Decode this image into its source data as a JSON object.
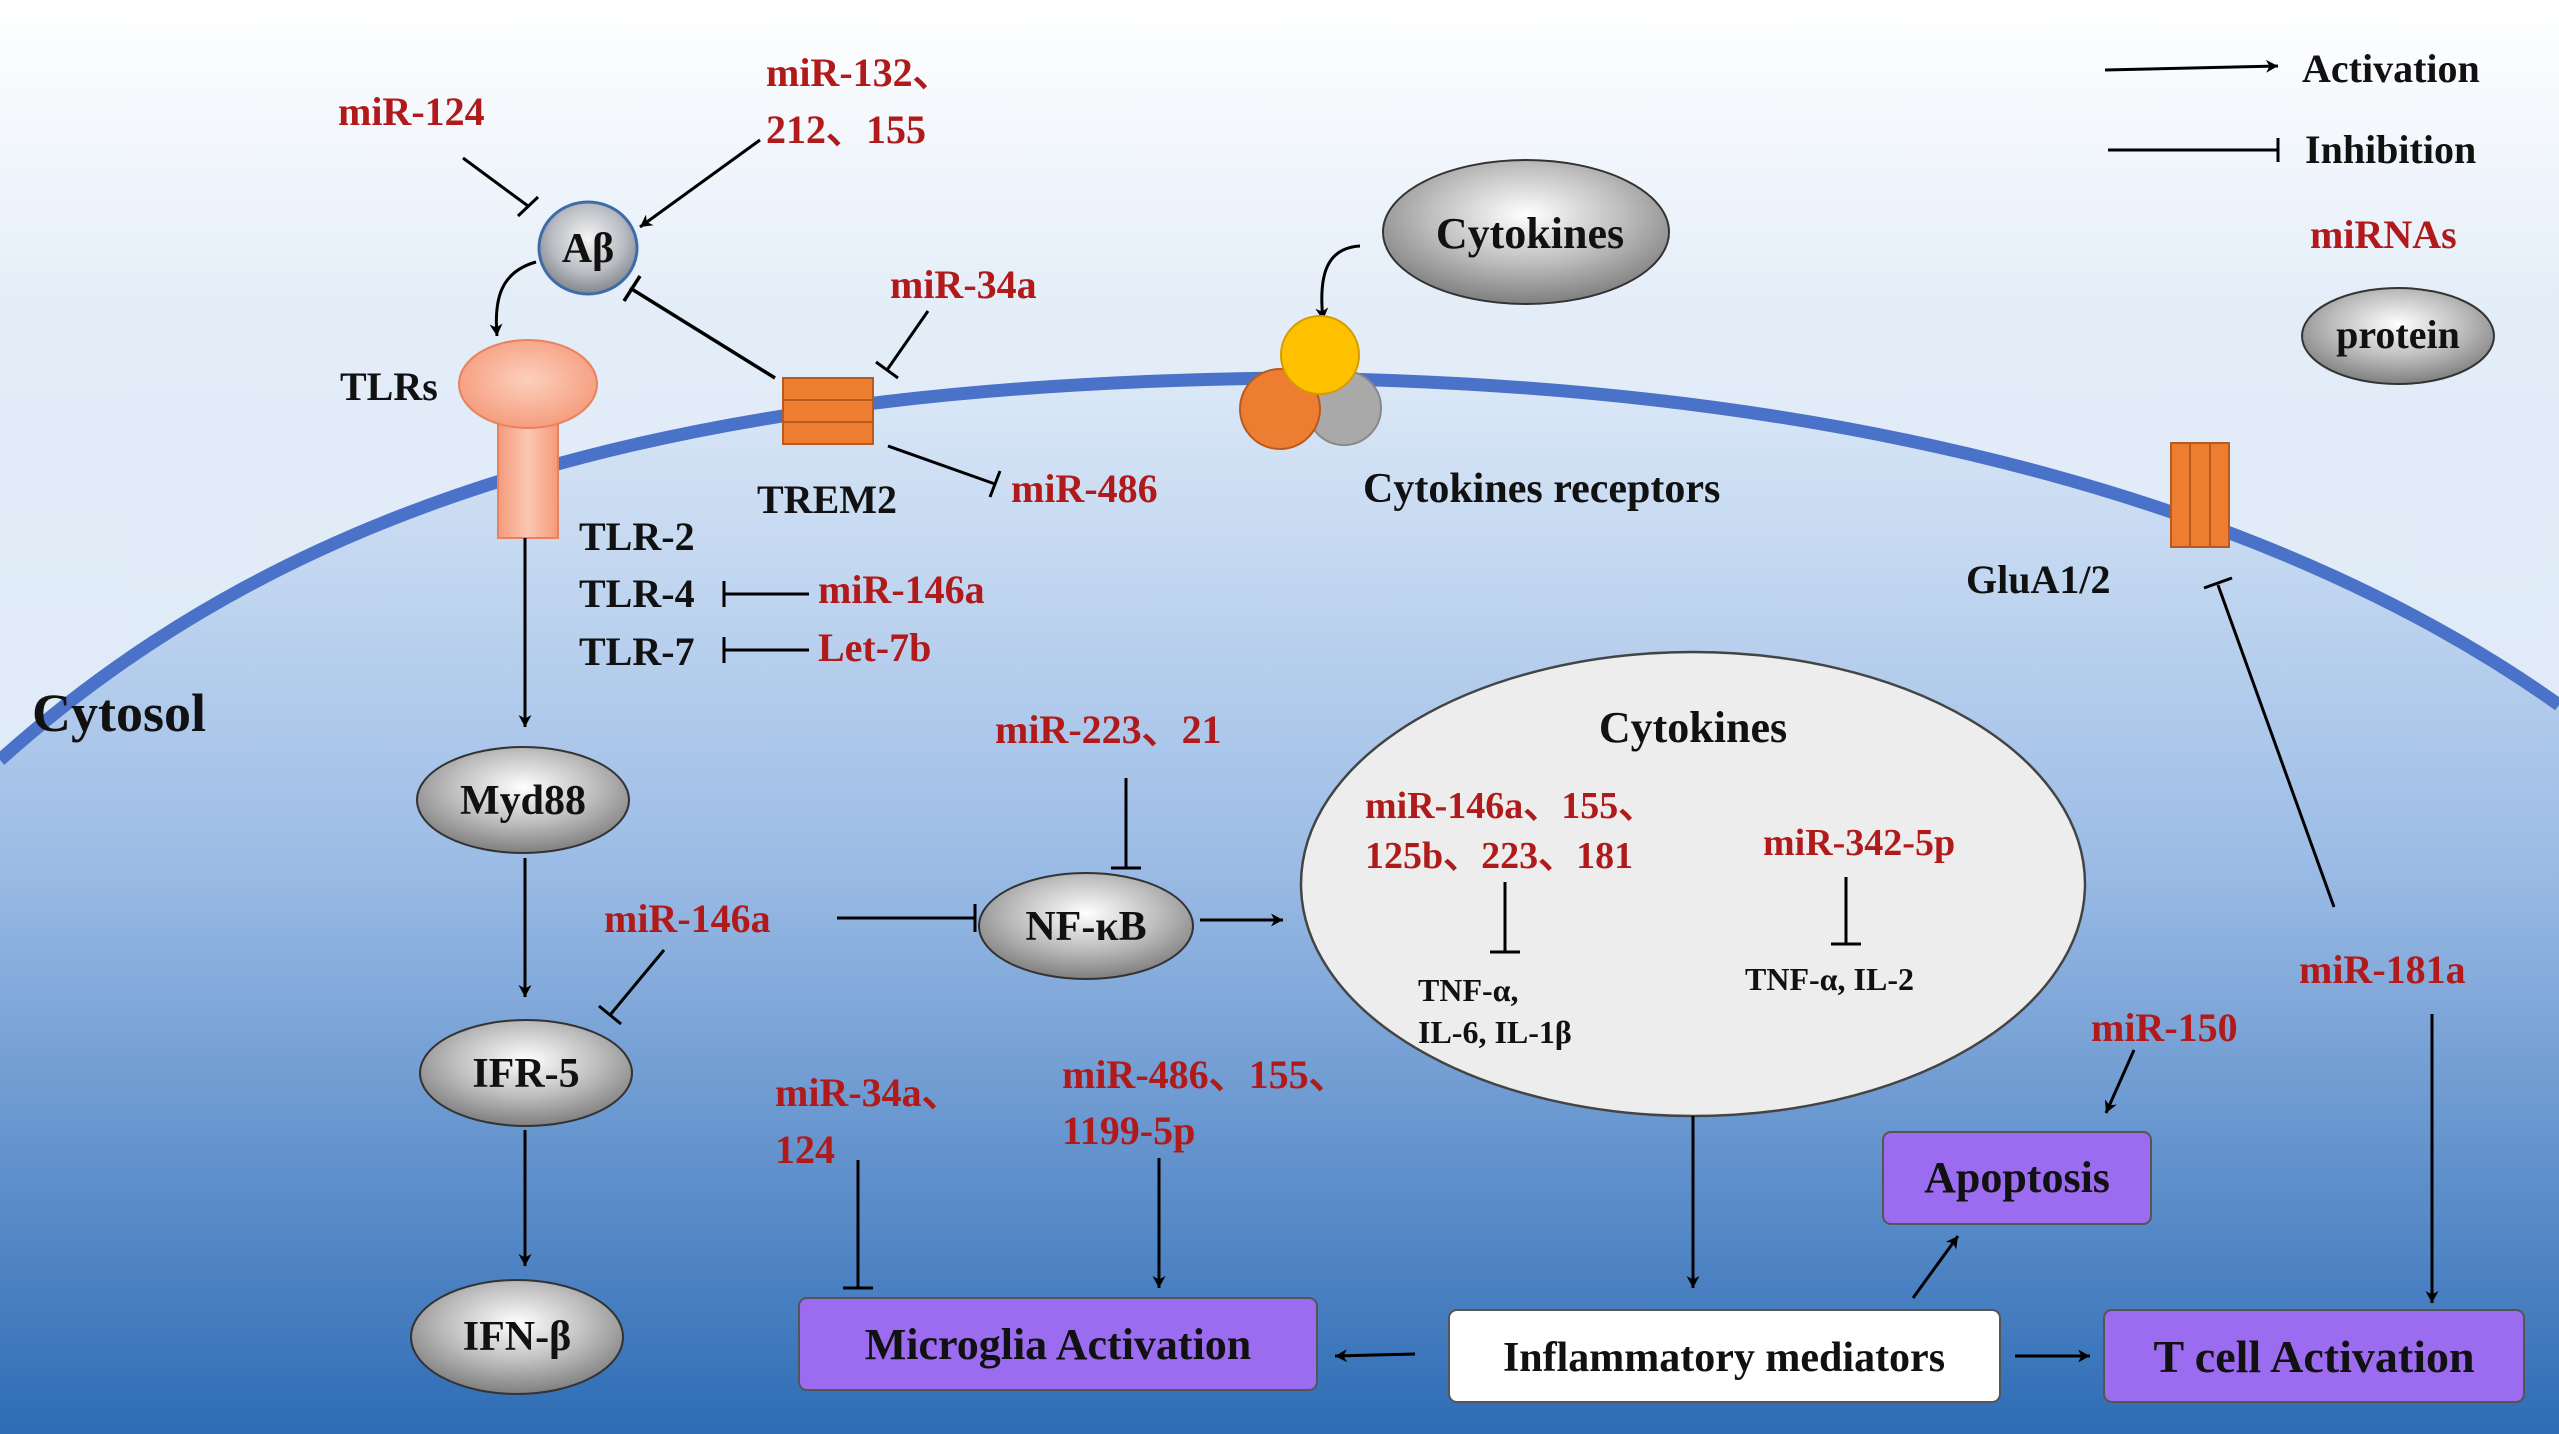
{
  "legend": {
    "activation": "Activation",
    "inhibition": "Inhibition",
    "mirnas": "miRNAs",
    "protein": "protein"
  },
  "region": {
    "cytosol": "Cytosol"
  },
  "proteins": {
    "abeta": "Aβ",
    "myd88": "Myd88",
    "ifr5": "IFR-5",
    "ifnb": "IFN-β",
    "nfkb": "NF-κB",
    "cytokines_top": "Cytokines"
  },
  "labels": {
    "tlrs": "TLRs",
    "trem2": "TREM2",
    "cytokine_receptors": "Cytokines receptors",
    "glua": "GluA1/2",
    "tlr2": "TLR-2",
    "tlr4": "TLR-4",
    "tlr7": "TLR-7"
  },
  "mirnas": {
    "mir124": "miR-124",
    "mir132_l1": "miR-132、",
    "mir132_l2": "212、155",
    "mir34a_top": "miR-34a",
    "mir486_top": "miR-486",
    "mir146a_tlr": "miR-146a",
    "let7b": "Let-7b",
    "mir223_21": "miR-223、21",
    "mir146a_mid": "miR-146a",
    "mir34a_124_l1": "miR-34a、",
    "mir34a_124_l2": "124",
    "mir486_155_l1": "miR-486、155、",
    "mir486_155_l2": "1199-5p",
    "mir146a_cluster_l1": "miR-146a、155、",
    "mir146a_cluster_l2": "125b、223、181",
    "mir342": "miR-342-5p",
    "mir181a": "miR-181a",
    "mir150": "miR-150"
  },
  "cytokines_box": {
    "title": "Cytokines",
    "out1_l1": "TNF-α,",
    "out1_l2": "IL-6, IL-1β",
    "out2": "TNF-α, IL-2"
  },
  "outcomes": {
    "microglia": "Microglia Activation",
    "inflammatory": "Inflammatory mediators",
    "apoptosis": "Apoptosis",
    "tcell": "T cell Activation"
  },
  "colors": {
    "mirna": "#b11a1a",
    "text": "#111111",
    "membrane": "#4a72c8",
    "purple_box": "#9b6cf0",
    "orange_receptor": "#e8782f",
    "tlr_pink": "#f7a98b",
    "yellow_receptor": "#ffc000"
  }
}
